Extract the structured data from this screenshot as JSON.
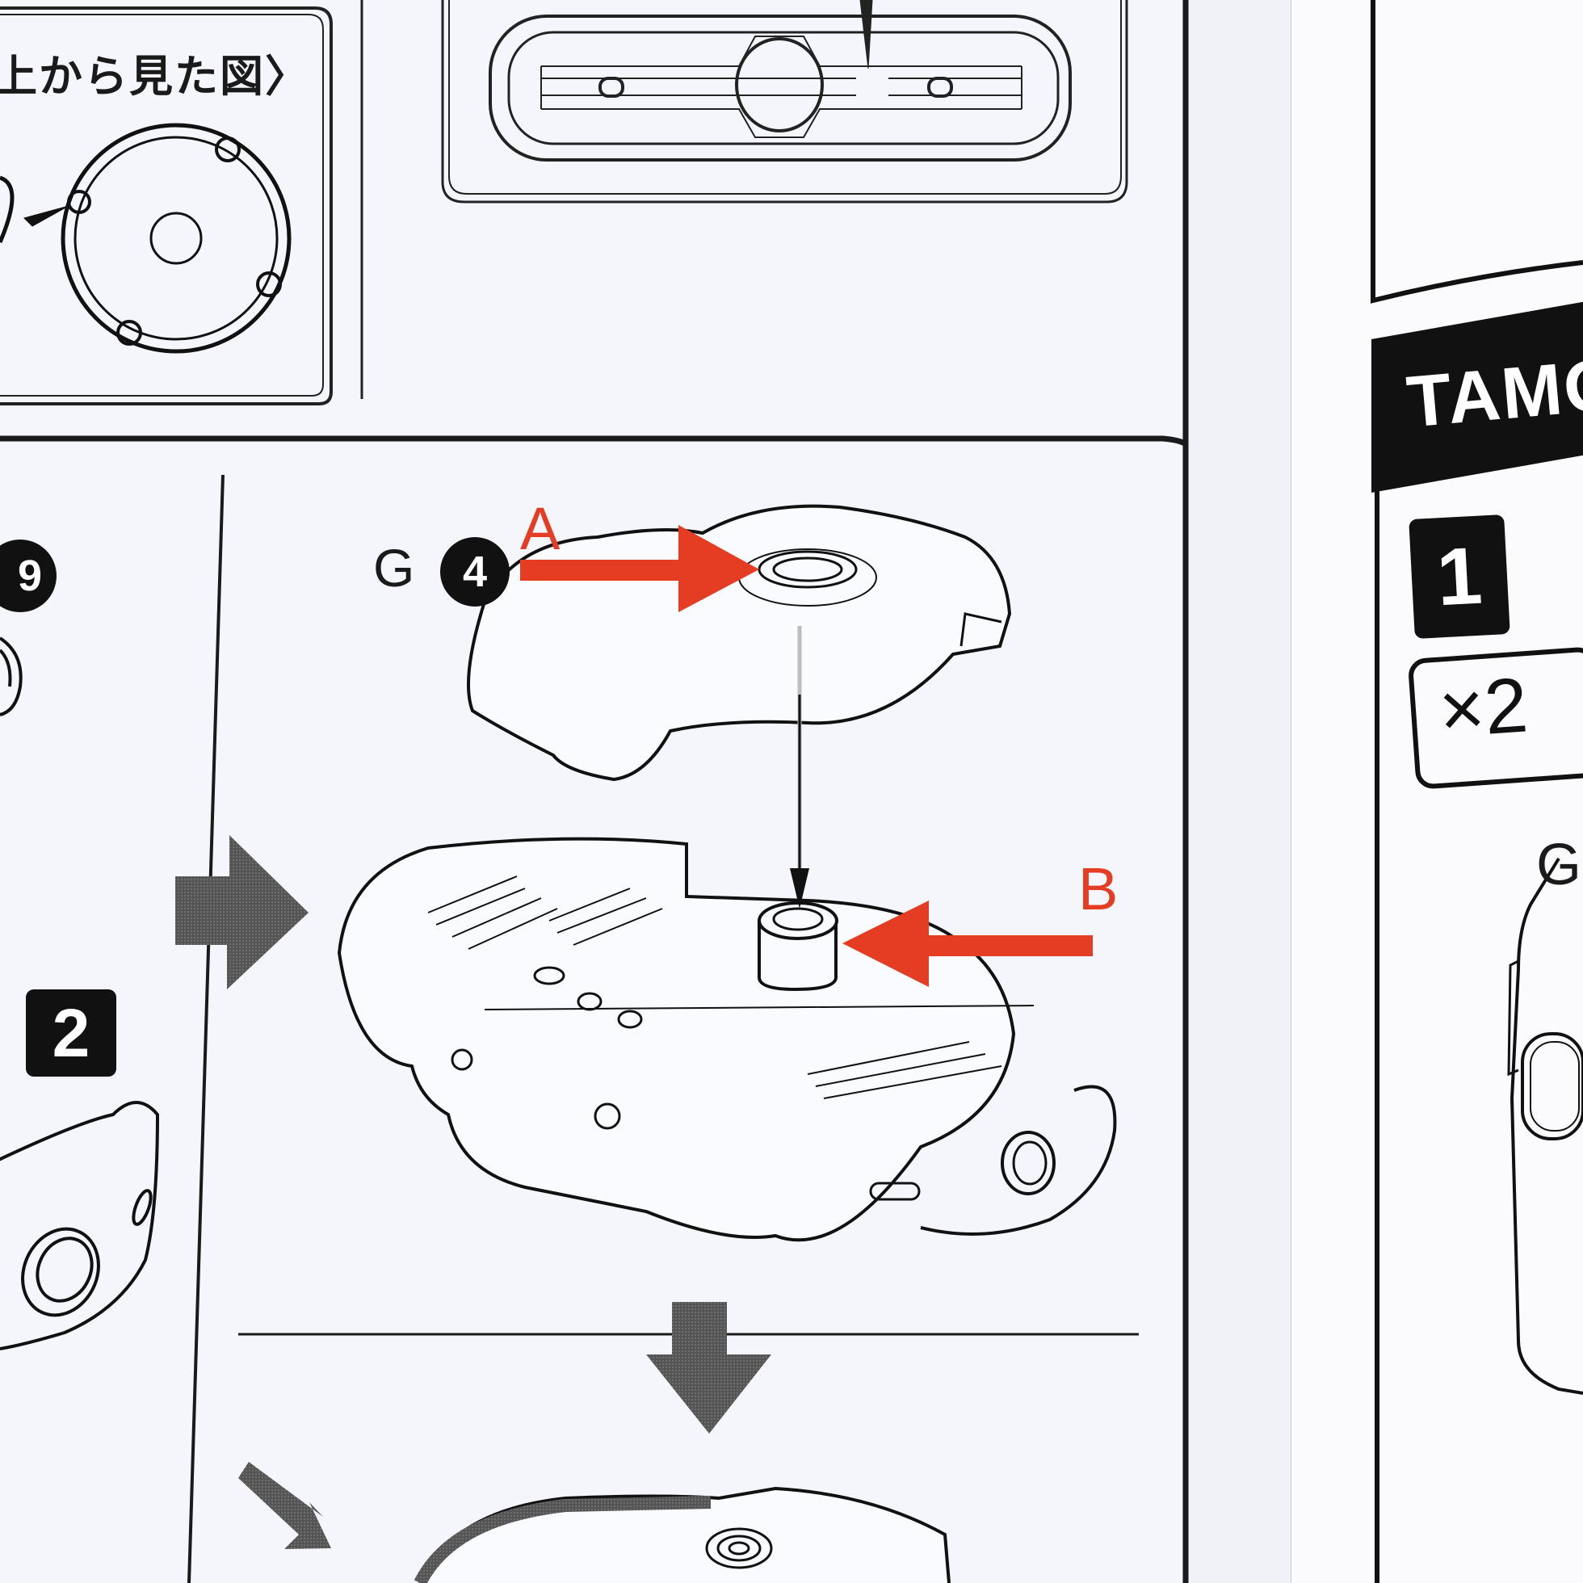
{
  "document": {
    "type": "assembly-instructions",
    "left_page": {
      "top_left_panel": {
        "caption": "上から見た図〉"
      },
      "step_left_partial": {
        "part_number_badge": "9",
        "step_badge": "2"
      },
      "main_step": {
        "part_label": "G",
        "part_number_badge": "4",
        "annotations": [
          {
            "letter": "A",
            "color": "#e43d24",
            "direction": "right"
          },
          {
            "letter": "B",
            "color": "#e43d24",
            "direction": "left"
          }
        ],
        "flow_arrows": [
          "right",
          "down",
          "diagonal-down-right"
        ]
      }
    },
    "right_page": {
      "brand_banner": "TAMO",
      "step_badge": "1",
      "step_heading_prefix": "〈",
      "quantity": "×2",
      "part_label": "G"
    }
  }
}
